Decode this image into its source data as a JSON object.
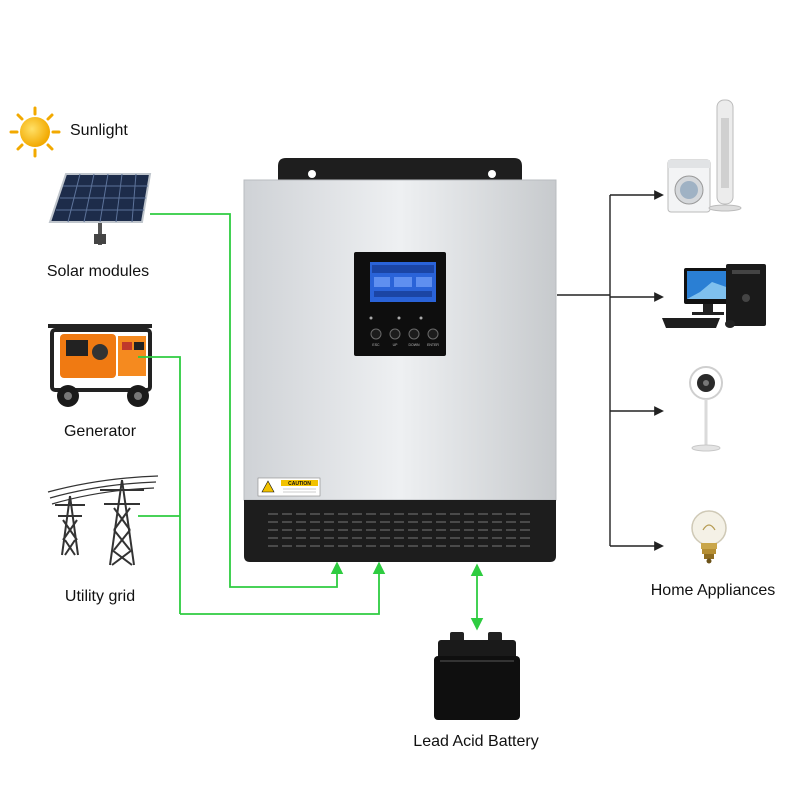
{
  "labels": {
    "sunlight": "Sunlight",
    "solar": "Solar modules",
    "generator": "Generator",
    "grid": "Utility grid",
    "appliances": "Home Appliances",
    "battery": "Lead Acid Battery"
  },
  "inverter": {
    "caution": "CAUTION",
    "buttons": [
      "ESC",
      "UP",
      "DOWN",
      "ENTER"
    ]
  },
  "colors": {
    "flow_line": "#2ecc40",
    "output_line": "#222222",
    "sun": "#f7b500"
  }
}
